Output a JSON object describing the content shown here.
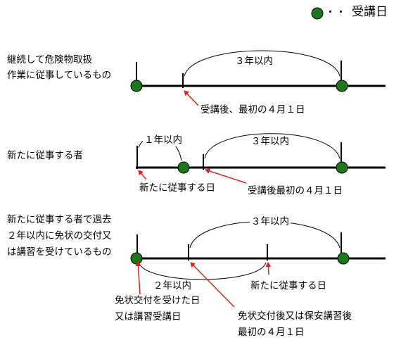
{
  "legend": {
    "dots": "・・",
    "text": "受講日",
    "color": "#1a7a1a"
  },
  "rows": [
    {
      "label_lines": [
        "継続して危険物取扱",
        "作業に従事しているもの"
      ],
      "interval": "３年以内",
      "annotation": "受講後、最初の４月１日"
    },
    {
      "label_lines": [
        "新たに従事する者"
      ],
      "interval_short": "１年以内",
      "interval": "３年以内",
      "annotation_left": "新たに従事する日",
      "annotation_right": "受講後最初の４月１日"
    },
    {
      "label_lines": [
        "新たに従事する者で過去",
        "２年以内に免状の交付又",
        "は講習を受けているもの"
      ],
      "interval": "３年以内",
      "interval_short": "２年以内",
      "annotation_left_lines": [
        "免状交付を受けた日",
        "又は講習受講日"
      ],
      "annotation_mid": "新たに従事する日",
      "annotation_right_lines": [
        "免状交付後又は保安講習後",
        "最初の４月１日"
      ]
    }
  ],
  "colors": {
    "line": "#000000",
    "dot": "#1a7a1a",
    "arrow": "#e02020"
  }
}
